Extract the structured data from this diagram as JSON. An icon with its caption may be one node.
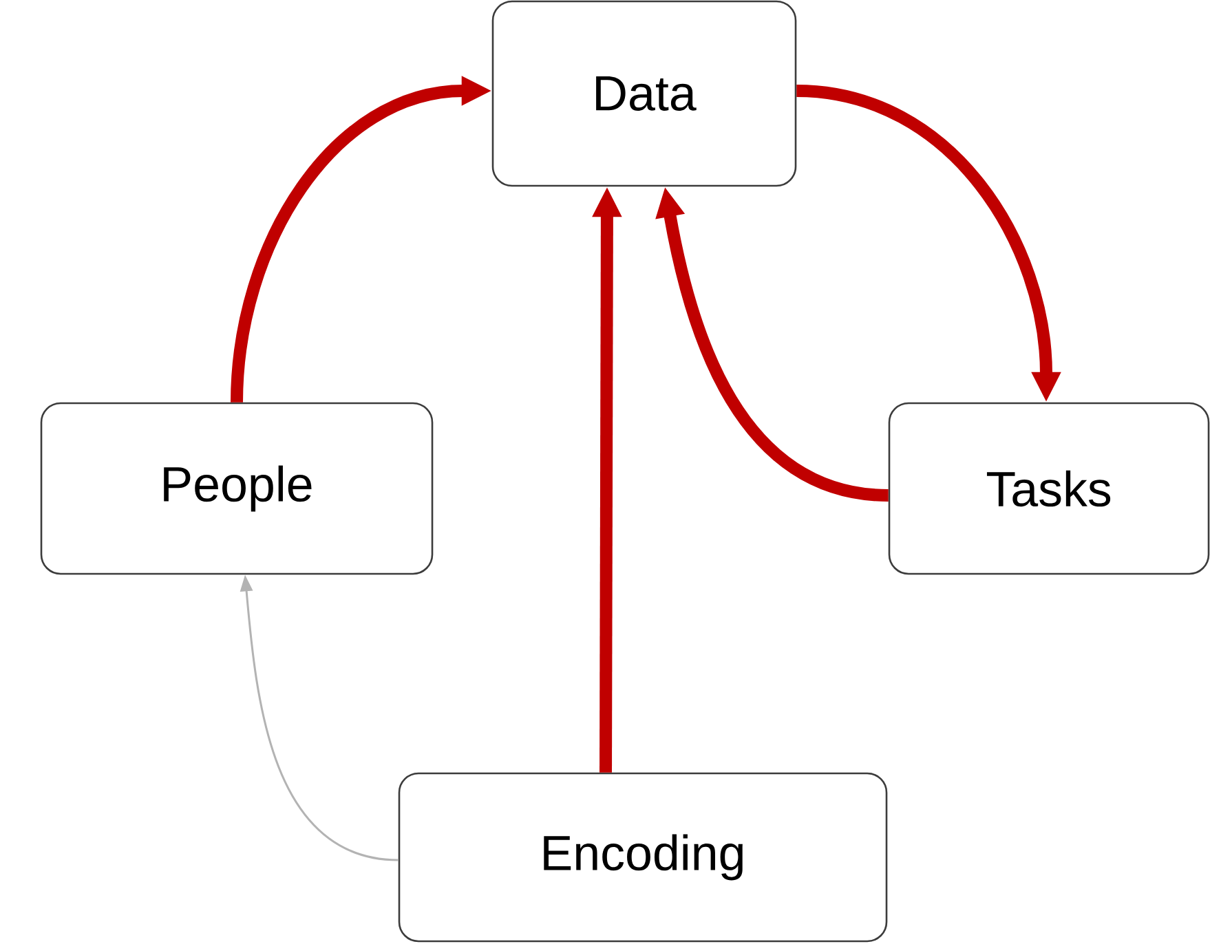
{
  "diagram": {
    "nodes": [
      {
        "text": [
          "Data"
        ]
      },
      {
        "text": [
          "People"
        ]
      },
      {
        "text": [
          "Tasks"
        ]
      },
      {
        "text": [
          "Encoding"
        ]
      }
    ],
    "edges": [
      {
        "from": 1,
        "to": 0,
        "arrow": "to"
      },
      {
        "from": 0,
        "to": 2,
        "arrow": "to"
      },
      {
        "from": 2,
        "to": 0,
        "arrow": "to"
      },
      {
        "from": 3,
        "to": 0,
        "arrow": "to"
      },
      {
        "from": 3,
        "to": 1,
        "arrow": "to",
        "color": "#b3b3b3"
      }
    ]
  }
}
